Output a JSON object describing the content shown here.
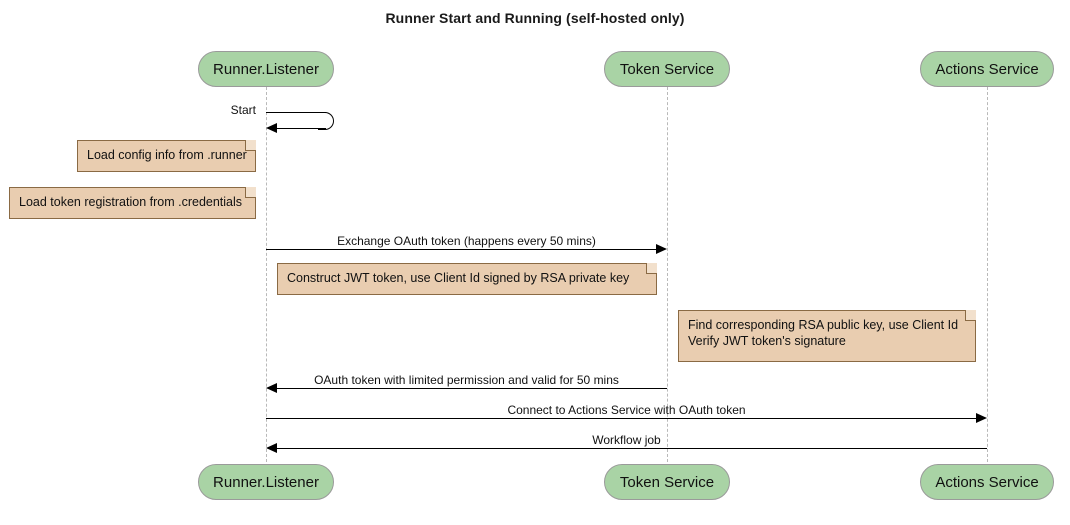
{
  "diagram": {
    "title": "Runner Start and Running (self-hosted only)",
    "type": "sequence-diagram",
    "colors": {
      "participant_fill": "#a9d3a5",
      "participant_border": "#9a9a9a",
      "note_fill": "#e9cdb0",
      "note_border": "#8a6a44",
      "lifeline": "#b9b9b9",
      "arrow": "#000000",
      "background": "#ffffff"
    },
    "participants": [
      {
        "id": "runner",
        "label": "Runner.Listener"
      },
      {
        "id": "token",
        "label": "Token Service"
      },
      {
        "id": "actions",
        "label": "Actions Service"
      }
    ],
    "participants_bottom": [
      {
        "id": "runner",
        "label": "Runner.Listener"
      },
      {
        "id": "token",
        "label": "Token Service"
      },
      {
        "id": "actions",
        "label": "Actions Service"
      }
    ],
    "messages": [
      {
        "id": "m1",
        "label": "Start",
        "from": "runner",
        "to": "runner",
        "kind": "self-loop"
      },
      {
        "id": "m2",
        "label": "Exchange OAuth token (happens every 50 mins)",
        "from": "runner",
        "to": "token",
        "direction": "right"
      },
      {
        "id": "m3",
        "label": "OAuth token with limited permission and valid for 50 mins",
        "from": "token",
        "to": "runner",
        "direction": "left"
      },
      {
        "id": "m4",
        "label": "Connect to Actions Service with OAuth token",
        "from": "runner",
        "to": "actions",
        "direction": "right"
      },
      {
        "id": "m5",
        "label": "Workflow job",
        "from": "actions",
        "to": "runner",
        "direction": "left"
      }
    ],
    "notes": [
      {
        "id": "n1",
        "lines": [
          "Load config info from .runner"
        ]
      },
      {
        "id": "n2",
        "lines": [
          "Load token registration from .credentials"
        ]
      },
      {
        "id": "n3",
        "lines": [
          "Construct JWT token, use Client Id signed by RSA private key"
        ]
      },
      {
        "id": "n4",
        "lines": [
          "Find corresponding RSA public key, use Client Id",
          "Verify JWT token's signature"
        ]
      }
    ]
  }
}
